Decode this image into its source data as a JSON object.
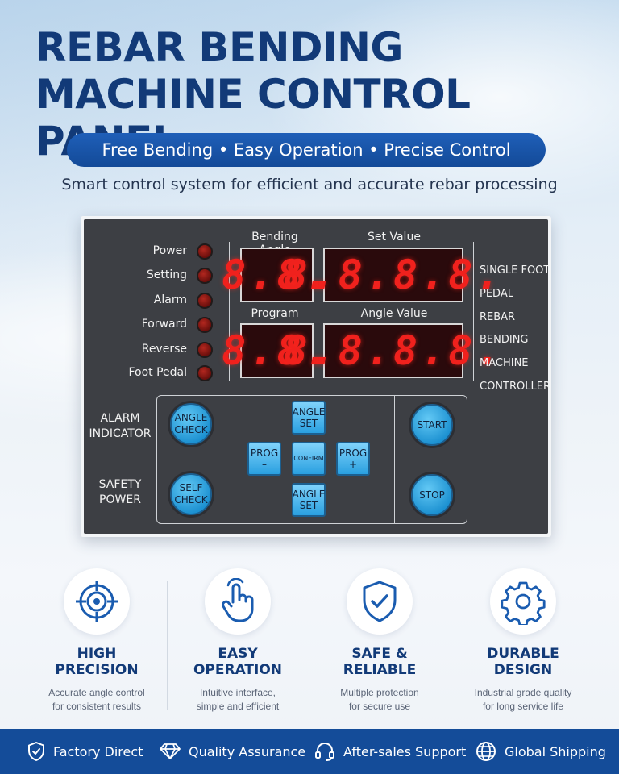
{
  "header": {
    "title_line1": "REBAR BENDING",
    "title_line2": "MACHINE CONTROL PANEL",
    "tagline": "Free Bending • Easy Operation • Precise Control",
    "subtitle": "Smart control system for efficient and accurate rebar processing"
  },
  "panel": {
    "leds": [
      "Power",
      "Setting",
      "Alarm",
      "Forward",
      "Reverse",
      "Foot Pedal"
    ],
    "displays": {
      "bending_angle": {
        "title": "Bending Angle",
        "value": "8.8."
      },
      "set_value": {
        "title": "Set Value",
        "value": "8.8.8.8."
      },
      "program": {
        "title": "Program",
        "value": "8.8."
      },
      "angle_value": {
        "title": "Angle Value",
        "value": "8.8.8.8."
      }
    },
    "side_text": [
      "SINGLE FOOT",
      "PEDAL",
      "REBAR",
      "BENDING",
      "MACHINE",
      "CONTROLLER"
    ],
    "left_labels": {
      "alarm": [
        "ALARM",
        "INDICATOR"
      ],
      "safety": [
        "SAFETY",
        "POWER"
      ]
    },
    "buttons": {
      "angle_check": [
        "ANGLE",
        "CHECK"
      ],
      "self_check": [
        "SELF",
        "CHECK"
      ],
      "angle_set_top": [
        "ANGLE",
        "SET"
      ],
      "angle_set_bottom": [
        "ANGLE",
        "SET"
      ],
      "prog_minus": [
        "PROG",
        "–"
      ],
      "prog_plus": [
        "PROG",
        "+"
      ],
      "confirm": "CONFIRM",
      "start": "START",
      "stop": "STOP"
    }
  },
  "features": [
    {
      "icon": "target-icon",
      "title1": "HIGH",
      "title2": "PRECISION",
      "desc1": "Accurate angle control",
      "desc2": "for consistent results"
    },
    {
      "icon": "hand-pointer-icon",
      "title1": "EASY",
      "title2": "OPERATION",
      "desc1": "Intuitive interface,",
      "desc2": "simple and efficient"
    },
    {
      "icon": "shield-check-icon",
      "title1": "SAFE &",
      "title2": "RELIABLE",
      "desc1": "Multiple protection",
      "desc2": "for secure use"
    },
    {
      "icon": "gear-icon",
      "title1": "DURABLE",
      "title2": "DESIGN",
      "desc1": "Industrial grade quality",
      "desc2": "for long service life"
    }
  ],
  "bottom_bar": [
    {
      "icon": "shield-icon",
      "label": "Factory Direct"
    },
    {
      "icon": "diamond-icon",
      "label": "Quality Assurance"
    },
    {
      "icon": "headset-icon",
      "label": "After-sales Support"
    },
    {
      "icon": "globe-icon",
      "label": "Global Shipping"
    }
  ],
  "colors": {
    "brand_blue": "#144c99",
    "title_blue": "#123a78",
    "led_red": "#b2271f",
    "digit_red": "#f0211d",
    "button_blue": "#2aa0e0"
  }
}
